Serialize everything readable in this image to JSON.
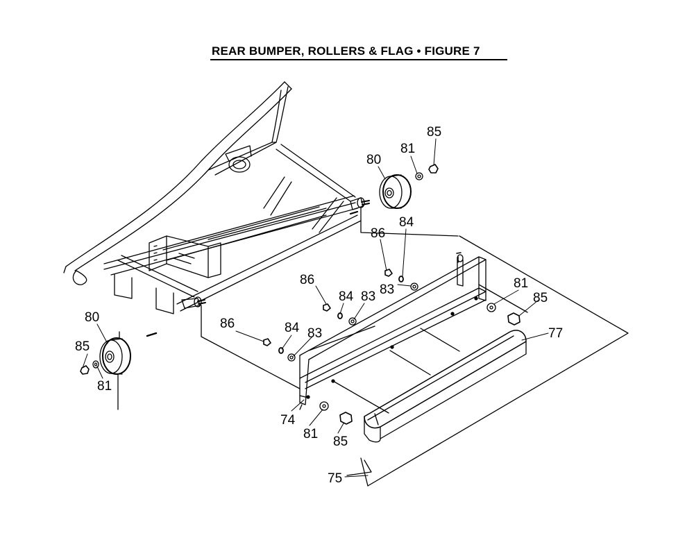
{
  "figure": {
    "title": "REAR BUMPER, ROLLERS & FLAG  •  FIGURE 7"
  },
  "callouts": {
    "p74": "74",
    "p75": "75",
    "p77": "77",
    "p80": "80",
    "p81": "81",
    "p83": "83",
    "p84": "84",
    "p85": "85",
    "p86": "86"
  },
  "colors": {
    "line": "#000000",
    "background": "#ffffff"
  }
}
